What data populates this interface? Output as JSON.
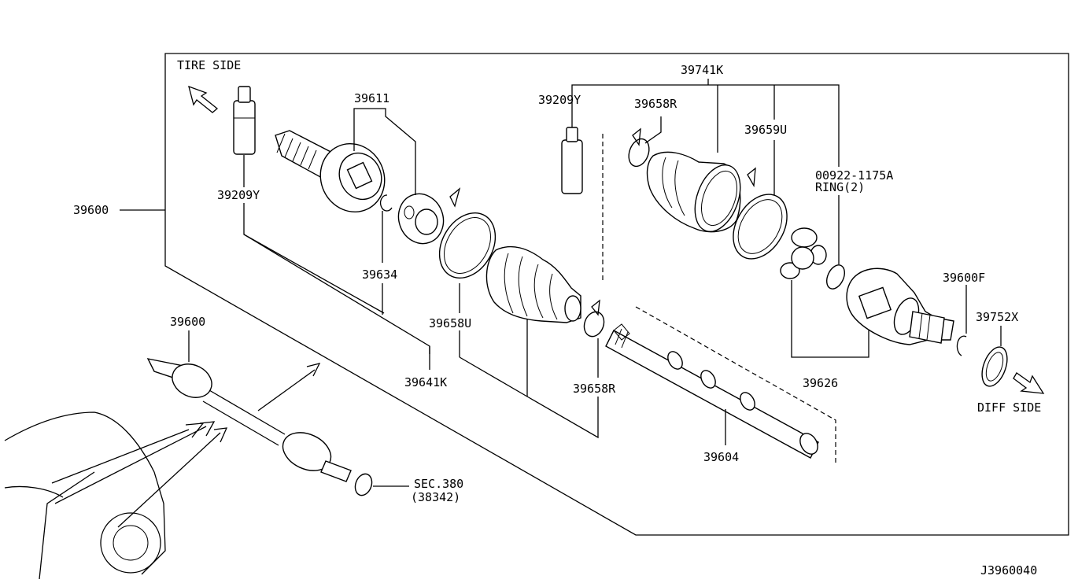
{
  "labels": {
    "tire_side": "TIRE SIDE",
    "diff_side": "DIFF SIDE",
    "p39600_main": "39600",
    "p39600_inset": "39600",
    "p39611": "39611",
    "p39209y_left": "39209Y",
    "p39209y_mid": "39209Y",
    "p39634": "39634",
    "p39658u": "39658U",
    "p39641k": "39641K",
    "p39658r_top": "39658R",
    "p39658r_bottom": "39658R",
    "p39741k": "39741K",
    "p39659u": "39659U",
    "p00922": "00922-1175A",
    "ring": "RING(2)",
    "p39600f": "39600F",
    "p39752x": "39752X",
    "p39626": "39626",
    "p39604": "39604",
    "sec380": "SEC.380",
    "sec380_sub": "(38342)",
    "diagram_id": "J3960040"
  }
}
